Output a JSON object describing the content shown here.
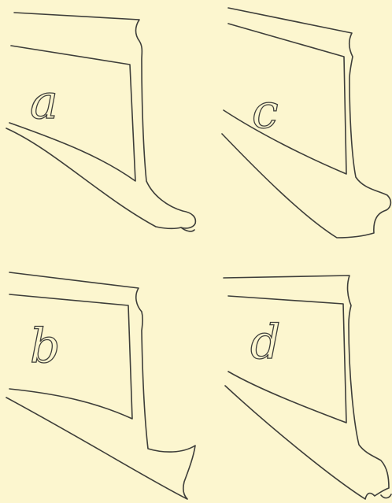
{
  "plate": {
    "background": "#fcf6cf",
    "line_color": "#3e3e3a"
  },
  "figures": [
    {
      "label": "a"
    },
    {
      "label": "b"
    },
    {
      "label": "c"
    },
    {
      "label": "d"
    }
  ]
}
